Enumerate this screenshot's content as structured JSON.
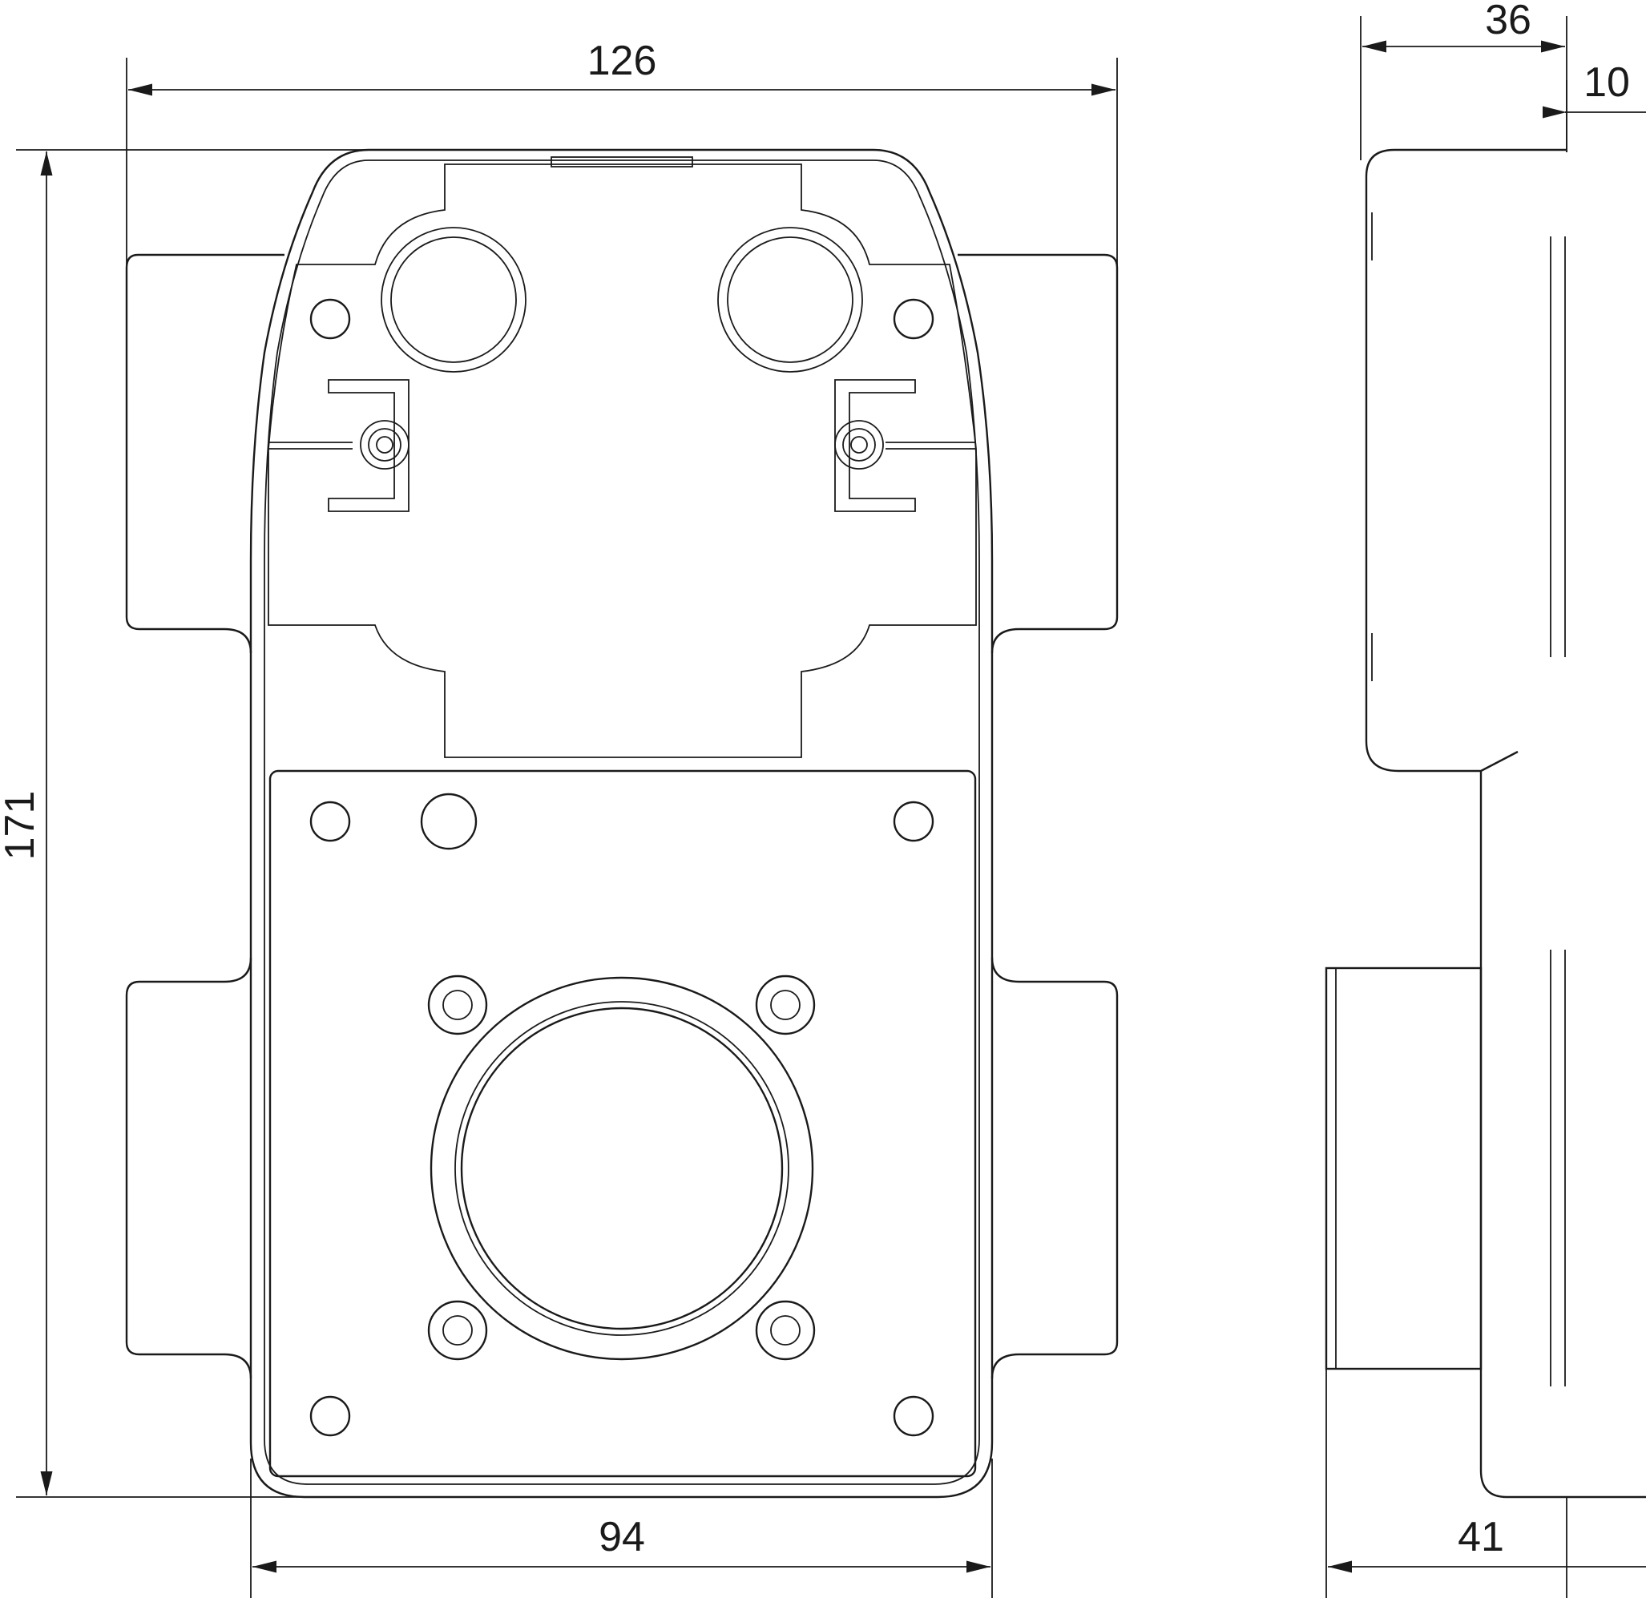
{
  "dimensions": {
    "overall_width": "126",
    "overall_height": "171",
    "body_width": "94",
    "side_depth_top": "36",
    "side_plate_offset": "10",
    "side_depth_bottom": "41"
  }
}
